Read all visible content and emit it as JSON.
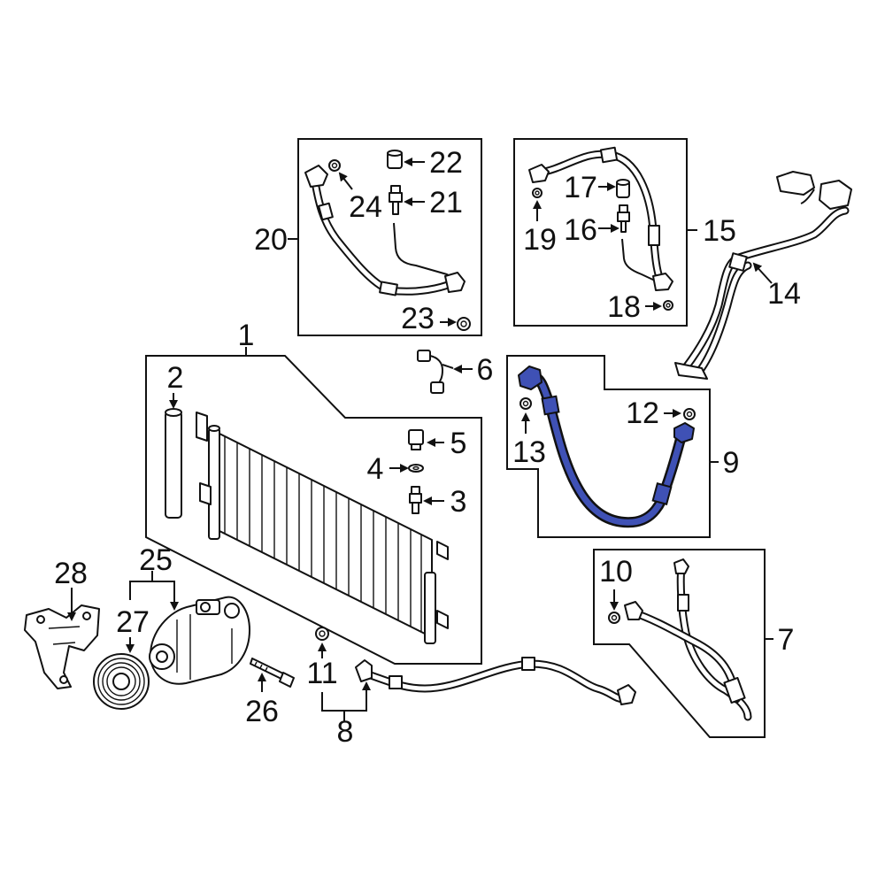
{
  "callouts": {
    "c1": "1",
    "c2": "2",
    "c3": "3",
    "c4": "4",
    "c5": "5",
    "c6": "6",
    "c7": "7",
    "c8": "8",
    "c9": "9",
    "c10": "10",
    "c11": "11",
    "c12": "12",
    "c13": "13",
    "c14": "14",
    "c15": "15",
    "c16": "16",
    "c17": "17",
    "c18": "18",
    "c19": "19",
    "c20": "20",
    "c21": "21",
    "c22": "22",
    "c23": "23",
    "c24": "24",
    "c25": "25",
    "c26": "26",
    "c27": "27",
    "c28": "28"
  },
  "colors": {
    "line": "#111111",
    "highlight": "#2b3990",
    "highlight_fill": "#3f51b5",
    "background": "#ffffff"
  }
}
